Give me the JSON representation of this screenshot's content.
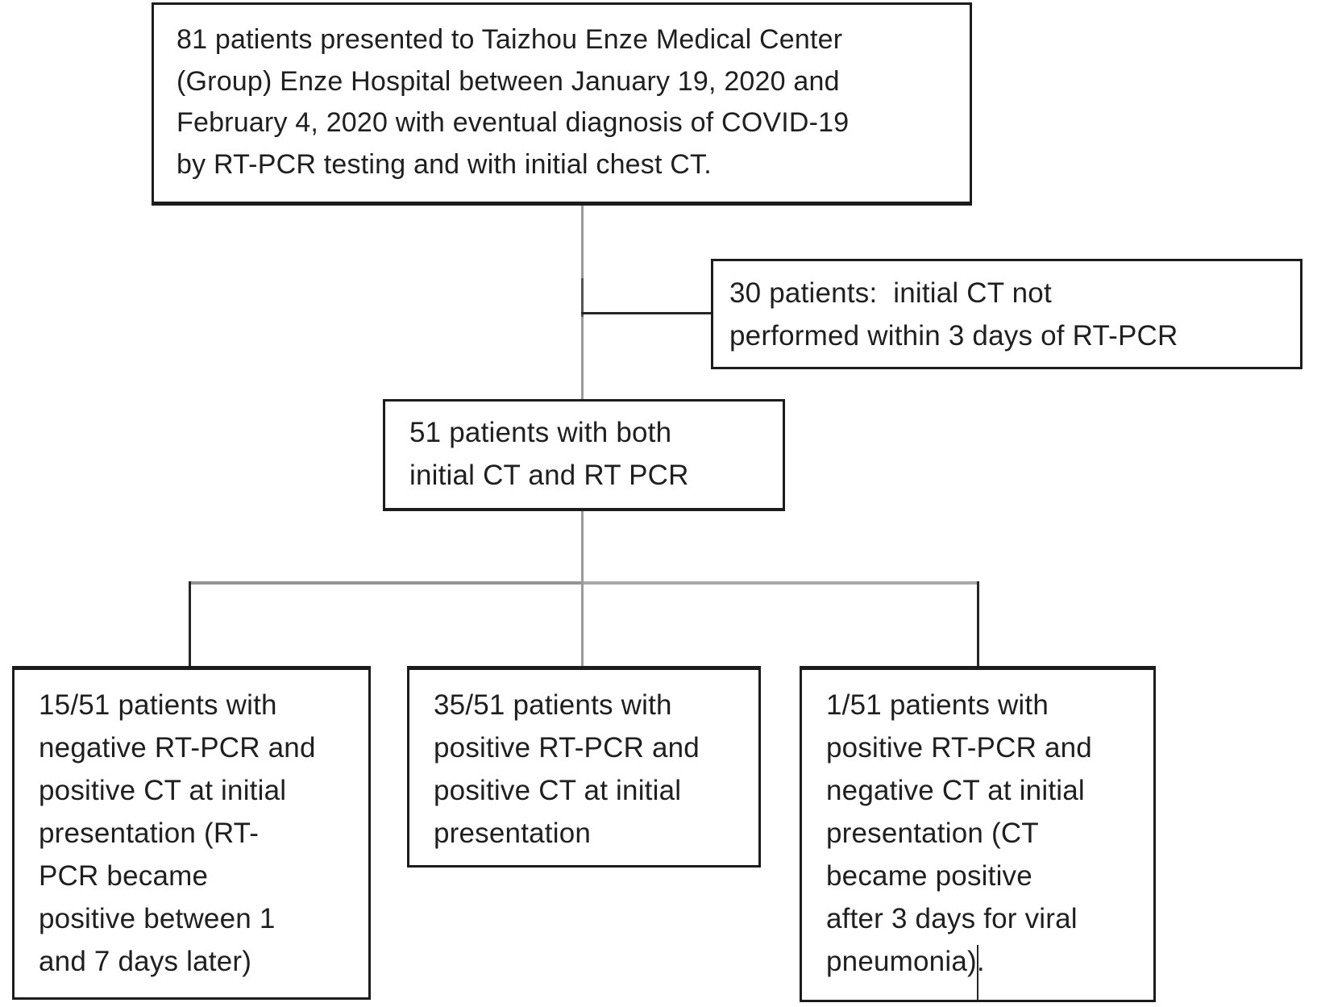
{
  "figure": {
    "type": "patient-flow-diagram",
    "background": "#ffffff"
  },
  "colors": {
    "box_border": "#1c1c1c",
    "text": "#1f1f1f",
    "connector_black": "#262626",
    "connector_dark": "#555555",
    "connector_gray": "#9a9a9a",
    "branch_gray_left": "#949494",
    "branch_gray_right": "#a8a8a8"
  },
  "boxes": {
    "enrollment": {
      "count": "81",
      "text": "81 patients presented to Taizhou Enze Medical Center\n(Group) Enze Hospital between January 19, 2020 and\nFebruary 4, 2020 with eventual diagnosis of COVID-19\nby RT-PCR testing and with initial chest CT."
    },
    "excluded": {
      "count": "30",
      "text": "30 patients:  initial CT not\nperformed within 3 days of RT-PCR"
    },
    "included": {
      "count": "51",
      "text": "51 patients with both\ninitial CT and RT PCR"
    },
    "negative_pcr_positive_ct": {
      "count": "15/51",
      "text": "15/51 patients with\nnegative RT-PCR and\npositive CT at initial\npresentation (RT-\nPCR became\npositive between 1\nand 7 days later)"
    },
    "positive_pcr_positive_ct": {
      "count": "35/51",
      "text": "35/51 patients with\npositive RT-PCR and\npositive CT at initial\npresentation"
    },
    "positive_pcr_negative_ct": {
      "count": "1/51",
      "text": "1/51 patients with\npositive RT-PCR and\nnegative CT at initial\npresentation (CT\nbecame positive\nafter 3 days for viral\npneumonia)."
    }
  }
}
